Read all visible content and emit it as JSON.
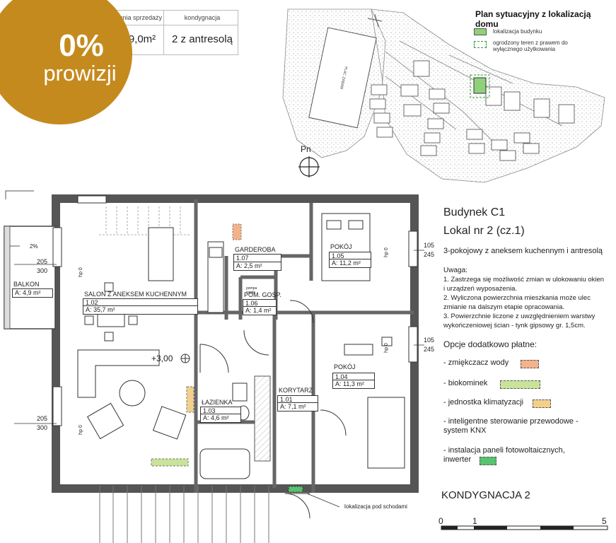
{
  "header": {
    "col_area": "powierzchnia sprzedaży",
    "col_floor": "kondygnacja",
    "area_value": "9,0m²",
    "floor_value": "2 z antresolą"
  },
  "badge": {
    "percent": "0%",
    "text": "prowizji",
    "color": "#c58a1e"
  },
  "site_plan": {
    "title": "Plan sytuacyjny z lokalizacją domu",
    "legend": [
      {
        "label": "lokalizacja budynku",
        "color": "#8fd17a"
      },
      {
        "label": "ogrodzony teren z prawem do wyłącznego użytkowania",
        "color": "#6fbf5f"
      }
    ],
    "north_label": "Pn",
    "field_label": "PLAC ZABAW"
  },
  "plan": {
    "rooms": [
      {
        "name": "SALON Z ANEKSEM KUCHENNYM",
        "number": "1.02",
        "area": "A: 35,7 m²"
      },
      {
        "name": "GARDEROBA",
        "number": "1.07",
        "area": "A: 2,5 m²"
      },
      {
        "name": "POM. GOSP.",
        "number": "1.06",
        "area": "A: 1,4 m²"
      },
      {
        "name": "POKÓJ",
        "number": "1.05",
        "area": "A: 11,2 m²"
      },
      {
        "name": "POKÓJ",
        "number": "1.04",
        "area": "A: 11,3 m²"
      },
      {
        "name": "ŁAZIENKA",
        "number": "1.03",
        "area": "A: 4,6 m²"
      },
      {
        "name": "KORYTARZ",
        "number": "1.01",
        "area": "A: 7,1 m²"
      },
      {
        "name": "BALKON",
        "number": "",
        "area": "A: 4,9 m²"
      }
    ],
    "level_mark": "+3,00",
    "balcony_slope": "2%",
    "pump_label": "pompa ciepła",
    "window_dims": [
      {
        "top": "205",
        "bottom": "300"
      },
      {
        "top": "205",
        "bottom": "300"
      },
      {
        "top": "105",
        "bottom": "245"
      },
      {
        "top": "105",
        "bottom": "245"
      }
    ],
    "hp_label": "hp 0",
    "stairs_note": "lokalizacja pod schodami"
  },
  "info": {
    "building": "Budynek  C1",
    "unit": "Lokal nr  2  (cz.1)",
    "type": "3-pokojowy z aneksem kuchennym i antresolą",
    "notes_title": "Uwaga:",
    "notes": [
      "1. Zastrzega się możliwość zmian w ulokowaniu okien",
      "i urządzeń wyposażenia.",
      "2. Wyliczona powierzchnia mieszkania może ulec",
      "zmianie na dalszym etapie opracowania.",
      "3. Powierzchnie liczone z uwzględnieniem warstwy",
      "wykończeniowej ścian - tynk gipsowy gr. 1,5cm."
    ],
    "options_title": "Opcje dodatkowo płatne:",
    "options": [
      {
        "label": "- zmiękczacz wody",
        "color": "#f2b38c"
      },
      {
        "label": "- biokominek",
        "color": "#c9e39a"
      },
      {
        "label": "- jednostka klimatyzacji",
        "color": "#f2cf8c"
      },
      {
        "label": "- inteligentne sterowanie przewodowe -",
        "label2": "system KNX",
        "color": ""
      },
      {
        "label": "- instalacja paneli fotowoltaicznych,",
        "label2": "inwerter",
        "color": "#57c26f"
      }
    ],
    "floor": "KONDYGNACJA 2",
    "scale": [
      "0",
      "1",
      "5"
    ]
  }
}
